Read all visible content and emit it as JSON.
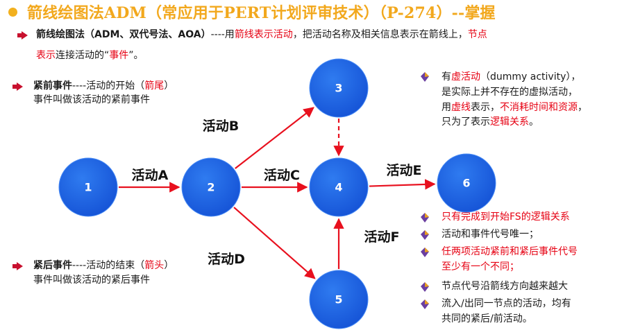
{
  "title": "箭线绘图法ADM（常应用于PERT计划评审技术）（P-274）--掌握",
  "intro": {
    "term": "箭线绘图法（ADM、双代号法、AOA）",
    "sep": "----用",
    "red1": "箭线表示活动",
    "mid": "，把活动名称及相关信息表示在箭线上，",
    "red2a": "节点",
    "red2b": "表示",
    "tail": "连接活动的“",
    "red3": "事件",
    "end": "”。"
  },
  "before_event": {
    "term": "紧前事件",
    "text1": "----活动的开始（",
    "red": "箭尾",
    "text2": "）",
    "line2": "事件叫做该活动的紧前事件"
  },
  "after_event": {
    "term": "紧后事件",
    "text1": "----活动的结束（",
    "red": "箭头",
    "text2": "）",
    "line2": "事件叫做该活动的紧后事件"
  },
  "dummy_note": {
    "l1a": "有",
    "l1red": "虚活动",
    "l1b": "（dummy activity），",
    "l2": "是实际上并不存在的虚拟活动，",
    "l3a": "用",
    "l3red1": "虚线",
    "l3b": "表示，",
    "l3red2": "不消耗时间和资源",
    "l3c": "，",
    "l4a": "只为了表示",
    "l4red": "逻辑关系",
    "l4b": "。"
  },
  "rules": [
    {
      "text": "只有完成到开始FS的逻辑关系",
      "red": true
    },
    {
      "text": "活动和事件代号唯一；",
      "red": false
    },
    {
      "text": "任两项活动紧前和紧后事件代号",
      "text2": "至少有一个不同；",
      "red": true
    },
    {
      "text": "节点代号沿箭线方向越来越大",
      "red": false
    },
    {
      "text": "流入/出同一节点的活动，均有",
      "text2": "共同的紧后/前活动。",
      "red": false
    }
  ],
  "diagram": {
    "nodes": [
      {
        "id": "1",
        "label": "1"
      },
      {
        "id": "2",
        "label": "2"
      },
      {
        "id": "3",
        "label": "3"
      },
      {
        "id": "4",
        "label": "4"
      },
      {
        "id": "5",
        "label": "5"
      },
      {
        "id": "6",
        "label": "6"
      }
    ],
    "edges": [
      {
        "from": "1",
        "to": "2",
        "label": "活动A",
        "dashed": false
      },
      {
        "from": "2",
        "to": "3",
        "label": "活动B",
        "dashed": false
      },
      {
        "from": "2",
        "to": "4",
        "label": "活动C",
        "dashed": false
      },
      {
        "from": "2",
        "to": "5",
        "label": "活动D",
        "dashed": false
      },
      {
        "from": "4",
        "to": "6",
        "label": "活动E",
        "dashed": false
      },
      {
        "from": "5",
        "to": "4",
        "label": "活动F",
        "dashed": false
      },
      {
        "from": "3",
        "to": "4",
        "label": "",
        "dashed": true
      }
    ],
    "colors": {
      "node": "#1f66e5",
      "node_edge": "#4a8cf5",
      "arrow": "#e8101e"
    }
  }
}
